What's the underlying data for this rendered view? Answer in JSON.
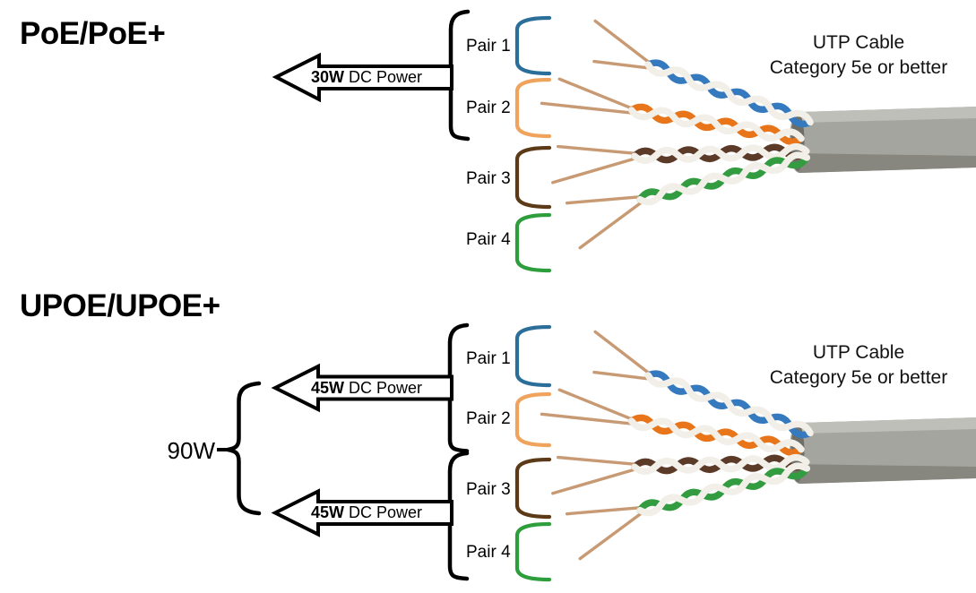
{
  "colors": {
    "ink": "#000000",
    "pair1": "#2B6E99",
    "pair2": "#F0A35C",
    "pair3": "#5C3A17",
    "pair4": "#2E9E3C",
    "wireblue": "#3579BE",
    "wireorange": "#E8751A",
    "wirebrown": "#5C3A28",
    "wiregreen": "#339C41",
    "wirewhite": "#F2EEE8",
    "copper": "#C79A74",
    "jacketbase": "#A5A5A0",
    "jackethi": "#BFBFB9",
    "jacketshadow": "#87877F",
    "jacketmouth": "#6E6E68"
  },
  "sections": [
    {
      "title": "PoE/PoE+",
      "arrows": [
        {
          "power": "30W",
          "label": "DC Power"
        }
      ],
      "pairs": [
        {
          "label": "Pair 1"
        },
        {
          "label": "Pair 2"
        },
        {
          "label": "Pair 3"
        },
        {
          "label": "Pair 4"
        }
      ],
      "cable_note_line1": "UTP Cable",
      "cable_note_line2": "Category 5e or better"
    },
    {
      "title": "UPOE/UPOE+",
      "total_power": "90W",
      "arrows": [
        {
          "power": "45W",
          "label": "DC Power"
        },
        {
          "power": "45W",
          "label": "DC Power"
        }
      ],
      "pairs": [
        {
          "label": "Pair 1"
        },
        {
          "label": "Pair 2"
        },
        {
          "label": "Pair 3"
        },
        {
          "label": "Pair 4"
        }
      ],
      "cable_note_line1": "UTP Cable",
      "cable_note_line2": "Category 5e or better"
    }
  ]
}
